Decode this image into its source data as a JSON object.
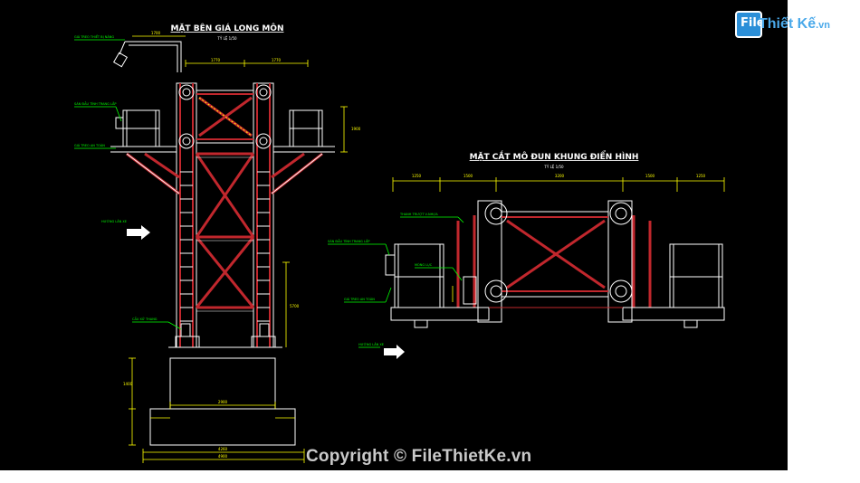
{
  "drawing": {
    "left_title": "MẶT BÊN GIÁ LONG MÔN",
    "left_scale": "TỶ LỆ 1/50",
    "right_title": "MẶT CẮT MÔ ĐUN KHUNG ĐIỂN HÌNH",
    "right_scale": "TỶ LỆ 1/50",
    "left_labels": [
      "GIÁ TREO THIẾT BỊ NÂNG",
      "SÀN ĐẦU TÍNH TRANG LẮP",
      "GIÁ TREO AN TOÀN",
      "HƯỚNG LĂN XE",
      "CẦU XỬ THANG"
    ],
    "right_labels": [
      "THANH TRƯỢT V-NHỰA",
      "SÀN ĐẦU TÍNH TRANG LẮP",
      "MÓNG LỤC",
      "GIÁ TREO AN TOÀN",
      "HƯỚNG LĂN XE"
    ],
    "dims_left_top": [
      "1700",
      "1770",
      "1770"
    ],
    "dims_left_bottom": [
      "2900",
      "4260",
      "4900"
    ],
    "dims_right_top": [
      "1250",
      "1500",
      "3200",
      "1500",
      "1250"
    ],
    "dims_left_vertical": [
      "1900",
      "5700",
      "1400"
    ]
  },
  "watermark": {
    "logo_letters": "File",
    "logo_word": "Thiết Kế",
    "logo_suffix": ".vn",
    "copyright": "Copyright © FileThietKe.vn"
  },
  "colors": {
    "background": "#000000",
    "structure": "#ffffff",
    "members": "#c1272d",
    "dimensions": "#ffff00",
    "labels": "#00ff00",
    "arrow": "#ffffff"
  }
}
